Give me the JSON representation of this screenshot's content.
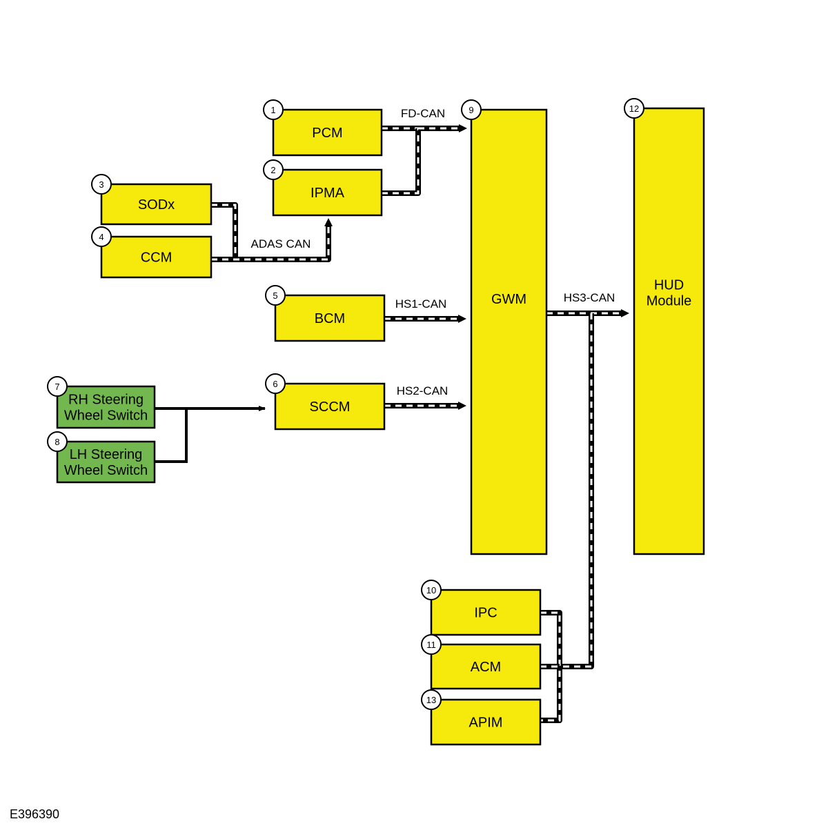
{
  "colors": {
    "module_fill": "#f5ea0b",
    "switch_fill": "#72b84e",
    "outline": "#000000",
    "bus_dash": "#ffffff"
  },
  "modules": {
    "pcm": {
      "num": "1",
      "lines": [
        "PCM"
      ]
    },
    "ipma": {
      "num": "2",
      "lines": [
        "IPMA"
      ]
    },
    "sodx": {
      "num": "3",
      "lines": [
        "SODx"
      ]
    },
    "ccm": {
      "num": "4",
      "lines": [
        "CCM"
      ]
    },
    "bcm": {
      "num": "5",
      "lines": [
        "BCM"
      ]
    },
    "sccm": {
      "num": "6",
      "lines": [
        "SCCM"
      ]
    },
    "rh_switch": {
      "num": "7",
      "lines": [
        "RH Steering",
        "Wheel Switch"
      ]
    },
    "lh_switch": {
      "num": "8",
      "lines": [
        "LH Steering",
        "Wheel Switch"
      ]
    },
    "gwm": {
      "num": "9",
      "lines": [
        "GWM"
      ]
    },
    "ipc": {
      "num": "10",
      "lines": [
        "IPC"
      ]
    },
    "acm": {
      "num": "11",
      "lines": [
        "ACM"
      ]
    },
    "hud": {
      "num": "12",
      "lines": [
        "HUD",
        "Module"
      ]
    },
    "apim": {
      "num": "13",
      "lines": [
        "APIM"
      ]
    }
  },
  "buses": {
    "fd_can": "FD-CAN",
    "adas_can": "ADAS CAN",
    "hs1_can": "HS1-CAN",
    "hs2_can": "HS2-CAN",
    "hs3_can": "HS3-CAN"
  },
  "figure_id": "E396390"
}
